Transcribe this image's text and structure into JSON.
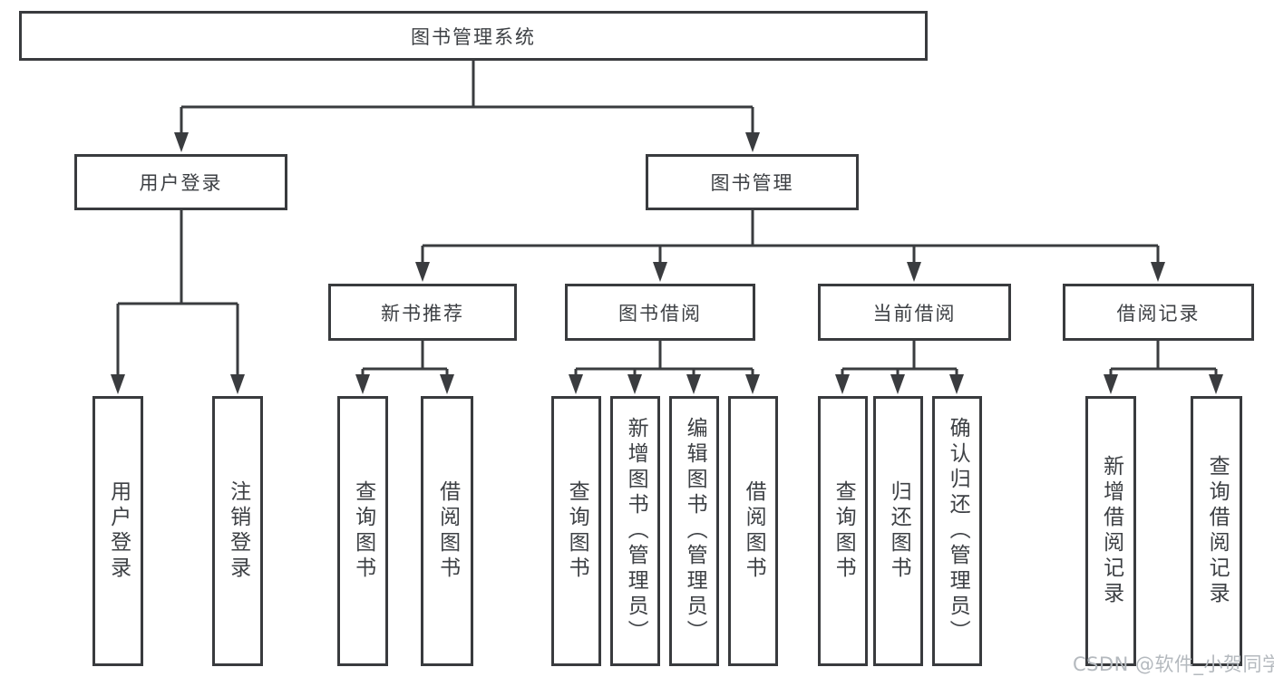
{
  "diagram": {
    "root": {
      "label": "图书管理系统"
    },
    "branches": [
      {
        "label": "用户登录",
        "children": [
          {
            "label": "用户登录"
          },
          {
            "label": "注销登录"
          }
        ]
      },
      {
        "label": "图书管理",
        "children": [
          {
            "label": "新书推荐",
            "children": [
              {
                "label": "查询图书"
              },
              {
                "label": "借阅图书"
              }
            ]
          },
          {
            "label": "图书借阅",
            "children": [
              {
                "label": "查询图书"
              },
              {
                "label": "新增图书（管理员）"
              },
              {
                "label": "编辑图书（管理员）"
              },
              {
                "label": "借阅图书"
              }
            ]
          },
          {
            "label": "当前借阅",
            "children": [
              {
                "label": "查询图书"
              },
              {
                "label": "归还图书"
              },
              {
                "label": "确认归还（管理员）"
              }
            ]
          },
          {
            "label": "借阅记录",
            "children": [
              {
                "label": "新增借阅记录"
              },
              {
                "label": "查询借阅记录"
              }
            ]
          }
        ]
      }
    ]
  },
  "watermark": {
    "text": "CSDN @软件_小贺同学"
  },
  "colors": {
    "background": "#ffffff",
    "line": "#3a3c3f",
    "box_border": "#393b3e",
    "text": "#3d4044",
    "watermark_text": "#b4b9be"
  }
}
